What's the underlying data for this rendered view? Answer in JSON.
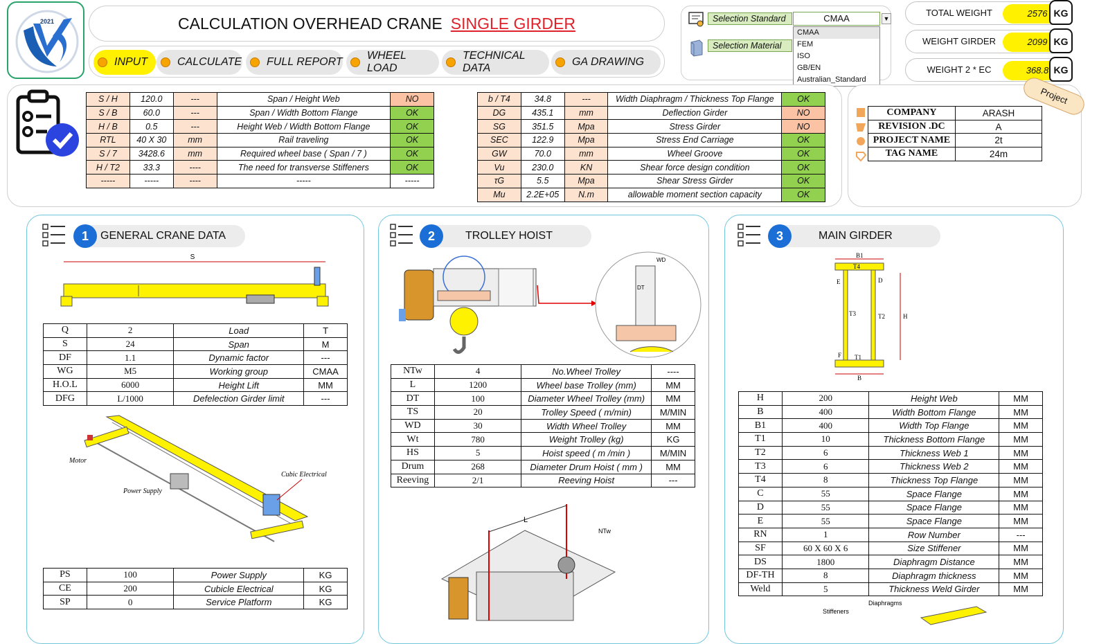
{
  "header": {
    "title": "CALCULATION OVERHEAD CRANE",
    "title_type": "SINGLE GIRDER",
    "logo_year": "2021"
  },
  "nav": [
    {
      "label": "INPUT",
      "active": true
    },
    {
      "label": "CALCULATE"
    },
    {
      "label": "FULL REPORT"
    },
    {
      "label": "WHEEL LOAD"
    },
    {
      "label": "TECHNICAL DATA"
    },
    {
      "label": "GA DRAWING"
    }
  ],
  "selection": {
    "standard_label": "Selection Standard",
    "standard_value": "CMAA",
    "material_label": "Selection Material",
    "options": [
      "CMAA",
      "FEM",
      "ISO",
      "GB/EN",
      "Australian_Standard"
    ]
  },
  "weights": [
    {
      "label": "TOTAL WEIGHT",
      "value": "2576",
      "unit": "KG"
    },
    {
      "label": "WEIGHT GIRDER",
      "value": "2099",
      "unit": "KG"
    },
    {
      "label": "WEIGHT 2 * EC",
      "value": "368.8",
      "unit": "KG"
    }
  ],
  "checks_left": [
    [
      "S / H",
      "120.0",
      "---",
      "Span / Height Web",
      "NO"
    ],
    [
      "S / B",
      "60.0",
      "---",
      "Span / Width  Bottom Flange",
      "OK"
    ],
    [
      "H / B",
      "0.5",
      "---",
      "Height Web / Width  Bottom Flange",
      "OK"
    ],
    [
      "RTL",
      "40 X 30",
      "mm",
      "Rail traveling",
      "OK"
    ],
    [
      "S / 7",
      "3428.6",
      "mm",
      "Required wheel base  ( Span / 7 )",
      "OK"
    ],
    [
      "H / T2",
      "33.3",
      "----",
      "The need for transverse Stiffeners",
      "OK"
    ],
    [
      "-----",
      "-----",
      "----",
      "-----",
      "-----"
    ]
  ],
  "checks_right": [
    [
      "b / T4",
      "34.8",
      "---",
      "Width Diaphragm / Thickness Top Flange",
      "OK"
    ],
    [
      "DG",
      "435.1",
      "mm",
      "Deflection Girder",
      "NO"
    ],
    [
      "SG",
      "351.5",
      "Mpa",
      "Stress Girder",
      "NO"
    ],
    [
      "SEC",
      "122.9",
      "Mpa",
      "Stress End Carriage",
      "OK"
    ],
    [
      "GW",
      "70.0",
      "mm",
      "Wheel Groove",
      "OK"
    ],
    [
      "Vu",
      "230.0",
      "KN",
      "Shear force design condition",
      "OK"
    ],
    [
      "τG",
      "5.5",
      "Mpa",
      "Shear Stress Girder",
      "OK"
    ],
    [
      "Mu",
      "2.2E+05",
      "N.m",
      "allowable moment  section capacity",
      "OK"
    ]
  ],
  "project": {
    "badge": "Project",
    "rows": [
      [
        "COMPANY",
        "ARASH"
      ],
      [
        "REVISION .DC",
        "A"
      ],
      [
        "PROJECT NAME",
        "2t"
      ],
      [
        "TAG NAME",
        "24m"
      ]
    ]
  },
  "sections": [
    {
      "num": "1",
      "title": "GENERAL CRANE DATA"
    },
    {
      "num": "2",
      "title": "TROLLEY HOIST"
    },
    {
      "num": "3",
      "title": "MAIN GIRDER"
    }
  ],
  "general": [
    [
      "Q",
      "2",
      "Load",
      "T"
    ],
    [
      "S",
      "24",
      "Span",
      "M"
    ],
    [
      "DF",
      "1.1",
      "Dynamic factor",
      "---"
    ],
    [
      "WG",
      "M5",
      "Working group",
      "CMAA"
    ],
    [
      "H.O.L",
      "6000",
      "Height Lift",
      "MM"
    ],
    [
      "DFG",
      "L/1000",
      "Defelection Girder limit",
      "---"
    ]
  ],
  "general2": [
    [
      "PS",
      "100",
      "Power Supply",
      "KG"
    ],
    [
      "CE",
      "200",
      "Cubicle Electrical",
      "KG"
    ],
    [
      "SP",
      "0",
      "Service Platform",
      "KG"
    ]
  ],
  "trolley": [
    [
      "NTw",
      "4",
      "No.Wheel Trolley",
      "----"
    ],
    [
      "L",
      "1200",
      "Wheel base Trolley (mm)",
      "MM"
    ],
    [
      "DT",
      "100",
      "Diameter Wheel Trolley (mm)",
      "MM"
    ],
    [
      "TS",
      "20",
      "Trolley Speed ( m/min)",
      "M/MIN"
    ],
    [
      "WD",
      "30",
      "Width Wheel Trolley",
      "MM"
    ],
    [
      "Wt",
      "780",
      "Weight Trolley (kg)",
      "KG"
    ],
    [
      "HS",
      "5",
      "Hoist speed ( m /min )",
      "M/MIN"
    ],
    [
      "Drum",
      "268",
      "Diameter Drum Hoist ( mm )",
      "MM"
    ],
    [
      "Reeving",
      "2/1",
      "Reeving Hoist",
      "---"
    ]
  ],
  "girder": [
    [
      "H",
      "200",
      "Height Web",
      "MM"
    ],
    [
      "B",
      "400",
      "Width  Bottom  Flange",
      "MM"
    ],
    [
      "B1",
      "400",
      "Width Top  Flange",
      "MM"
    ],
    [
      "T1",
      "10",
      "Thickness Bottom Flange",
      "MM"
    ],
    [
      "T2",
      "6",
      "Thickness Web 1",
      "MM"
    ],
    [
      "T3",
      "6",
      "Thickness Web 2",
      "MM"
    ],
    [
      "T4",
      "8",
      "Thickness Top Flange",
      "MM"
    ],
    [
      "C",
      "55",
      "Space Flange",
      "MM"
    ],
    [
      "D",
      "55",
      "Space Flange",
      "MM"
    ],
    [
      "E",
      "55",
      "Space Flange",
      "MM"
    ],
    [
      "RN",
      "1",
      "Row Number",
      "---"
    ],
    [
      "SF",
      "60 X 60 X 6",
      "Size Stiffener",
      "MM"
    ],
    [
      "DS",
      "1800",
      "Diaphragm Distance",
      "MM"
    ],
    [
      "DF-TH",
      "8",
      "Diaphragm thickness",
      "MM"
    ],
    [
      "Weld",
      "5",
      "Thickness Weld Girder",
      "MM"
    ]
  ],
  "diagram_labels": {
    "span": "S",
    "motor": "Motor",
    "power_supply": "Power Supply",
    "cubic": "Cubic Electrical",
    "wd": "WD",
    "dt": "DT",
    "l": "L",
    "ntw": "NTw",
    "b1": "B1",
    "t4": "T4",
    "e": "E",
    "d": "D",
    "t3": "T3",
    "t2": "T2",
    "h": "H",
    "f": "F",
    "t1": "T1",
    "b": "B",
    "stiffeners": "Stiffeners",
    "diaphragms": "Diaphragms"
  },
  "colors": {
    "accent_yellow": "#fff100",
    "ok": "#92d050",
    "no": "#fbc3a4",
    "blue": "#1b6ed6",
    "card_border": "#70c6dc"
  }
}
